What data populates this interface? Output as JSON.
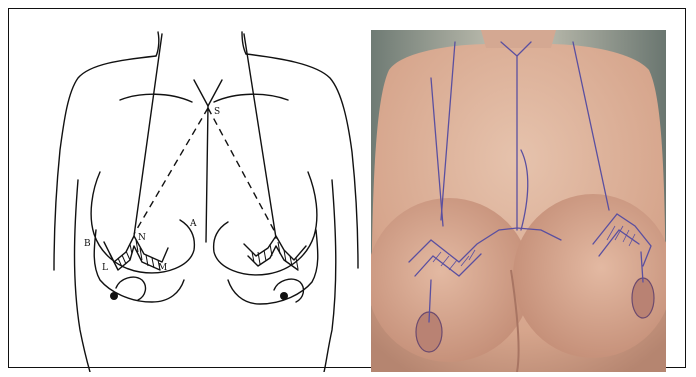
{
  "drawing": {
    "labels": {
      "S": "S",
      "A": "A",
      "N": "N",
      "B": "B",
      "L": "L",
      "M": "M"
    }
  },
  "photo": {
    "subject": "clinical-photograph"
  }
}
